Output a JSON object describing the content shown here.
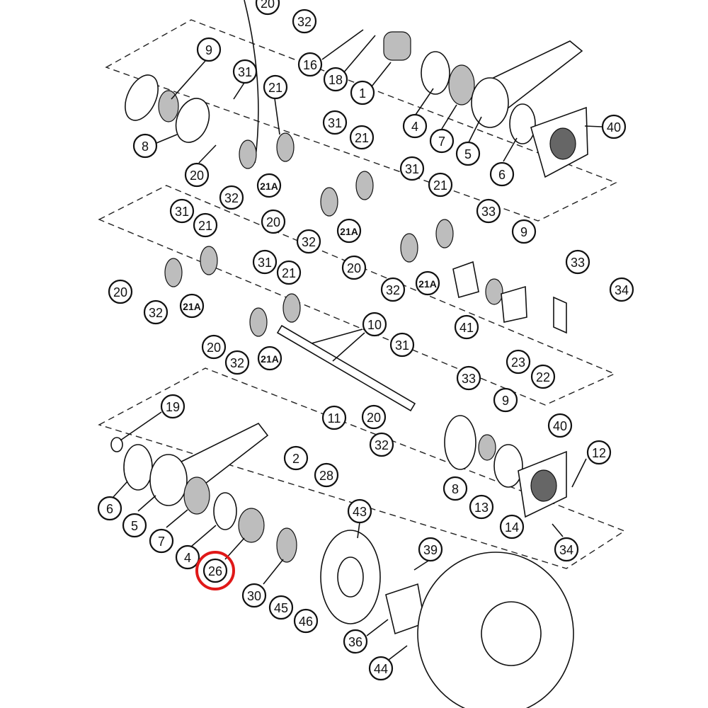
{
  "diagram": {
    "callouts": [
      {
        "id": "c-20-top",
        "label": "20"
      },
      {
        "id": "c-32-top",
        "label": "32"
      },
      {
        "id": "c-16",
        "label": "16"
      },
      {
        "id": "c-18",
        "label": "18"
      },
      {
        "id": "c-1",
        "label": "1"
      },
      {
        "id": "c-9-a",
        "label": "9"
      },
      {
        "id": "c-31-a",
        "label": "31"
      },
      {
        "id": "c-21-a",
        "label": "21"
      },
      {
        "id": "c-8-a",
        "label": "8"
      },
      {
        "id": "c-20-a",
        "label": "20"
      },
      {
        "id": "c-32-a",
        "label": "32"
      },
      {
        "id": "c-21A-a",
        "label": "21A"
      },
      {
        "id": "c-31-b",
        "label": "31"
      },
      {
        "id": "c-21-b",
        "label": "21"
      },
      {
        "id": "c-4-a",
        "label": "4"
      },
      {
        "id": "c-7-a",
        "label": "7"
      },
      {
        "id": "c-5-a",
        "label": "5"
      },
      {
        "id": "c-6-a",
        "label": "6"
      },
      {
        "id": "c-40-a",
        "label": "40"
      },
      {
        "id": "c-20-b",
        "label": "20"
      },
      {
        "id": "c-32-b",
        "label": "32"
      },
      {
        "id": "c-21A-b",
        "label": "21A"
      },
      {
        "id": "c-31-c",
        "label": "31"
      },
      {
        "id": "c-21-c",
        "label": "21"
      },
      {
        "id": "c-33-a",
        "label": "33"
      },
      {
        "id": "c-9-b",
        "label": "9"
      },
      {
        "id": "c-20-c",
        "label": "20"
      },
      {
        "id": "c-32-c",
        "label": "32"
      },
      {
        "id": "c-21A-c",
        "label": "21A"
      },
      {
        "id": "c-31-d",
        "label": "31"
      },
      {
        "id": "c-21-d",
        "label": "21"
      },
      {
        "id": "c-20-d",
        "label": "20"
      },
      {
        "id": "c-32-d",
        "label": "32"
      },
      {
        "id": "c-21A-d",
        "label": "21A"
      },
      {
        "id": "c-31-e",
        "label": "31"
      },
      {
        "id": "c-21-e",
        "label": "21"
      },
      {
        "id": "c-33-b",
        "label": "33"
      },
      {
        "id": "c-34-a",
        "label": "34"
      },
      {
        "id": "c-41",
        "label": "41"
      },
      {
        "id": "c-23",
        "label": "23"
      },
      {
        "id": "c-22",
        "label": "22"
      },
      {
        "id": "c-20-e",
        "label": "20"
      },
      {
        "id": "c-32-e",
        "label": "32"
      },
      {
        "id": "c-21A-e",
        "label": "21A"
      },
      {
        "id": "c-10",
        "label": "10"
      },
      {
        "id": "c-31-f",
        "label": "31"
      },
      {
        "id": "c-33-c",
        "label": "33"
      },
      {
        "id": "c-11",
        "label": "11"
      },
      {
        "id": "c-20-f",
        "label": "20"
      },
      {
        "id": "c-9-c",
        "label": "9"
      },
      {
        "id": "c-32-f",
        "label": "32"
      },
      {
        "id": "c-19",
        "label": "19"
      },
      {
        "id": "c-40-b",
        "label": "40"
      },
      {
        "id": "c-12",
        "label": "12"
      },
      {
        "id": "c-2",
        "label": "2"
      },
      {
        "id": "c-28",
        "label": "28"
      },
      {
        "id": "c-8-b",
        "label": "8"
      },
      {
        "id": "c-6-b",
        "label": "6"
      },
      {
        "id": "c-5-b",
        "label": "5"
      },
      {
        "id": "c-7-b",
        "label": "7"
      },
      {
        "id": "c-43",
        "label": "43"
      },
      {
        "id": "c-13",
        "label": "13"
      },
      {
        "id": "c-14",
        "label": "14"
      },
      {
        "id": "c-4-b",
        "label": "4"
      },
      {
        "id": "c-26",
        "label": "26"
      },
      {
        "id": "c-39",
        "label": "39"
      },
      {
        "id": "c-34-b",
        "label": "34"
      },
      {
        "id": "c-30",
        "label": "30"
      },
      {
        "id": "c-45",
        "label": "45"
      },
      {
        "id": "c-46",
        "label": "46"
      },
      {
        "id": "c-36",
        "label": "36"
      },
      {
        "id": "c-44",
        "label": "44"
      }
    ],
    "highlight": {
      "target_label": "26",
      "color": "#e01818"
    }
  }
}
